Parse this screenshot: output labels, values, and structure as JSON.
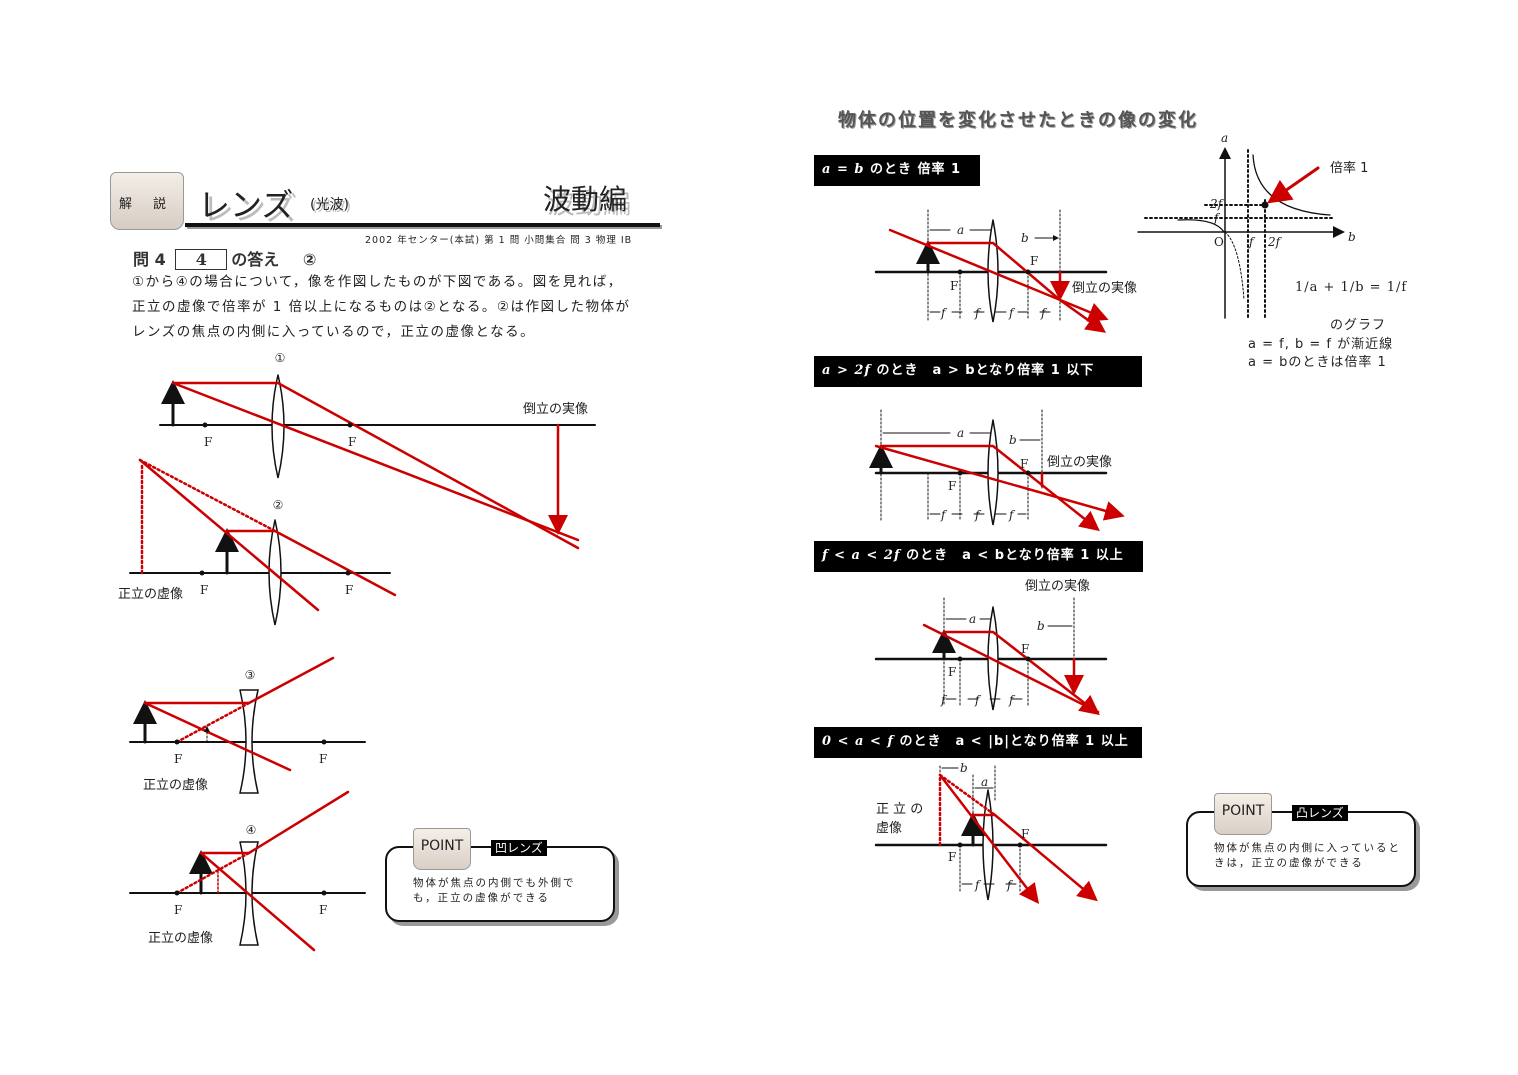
{
  "header": {
    "book_left": "解",
    "book_right": "説",
    "title": "レンズ",
    "subtitle": "(光波)",
    "section": "波動編",
    "source": "2002 年センター(本試) 第 1 問  小問集合  問 3   物理 IB"
  },
  "question": {
    "prefix": "問 4",
    "box": "4",
    "suffix": "の答え",
    "answer": "②"
  },
  "explanation": [
    "①から④の場合について，像を作図したものが下図である。図を見れば，",
    "正立の虚像で倍率が 1 倍以上になるものは②となる。②は作図した物体が",
    "レンズの焦点の内側に入っているので，正立の虚像となる。"
  ],
  "labels": {
    "F": "F",
    "a": "a",
    "b": "b",
    "f": "f",
    "real_inverted": "倒立の実像",
    "virtual_upright": "正立の虚像",
    "virtual_upright_spaced_1": "正 立 の",
    "virtual_upright_spaced_2": "虚像",
    "n1": "①",
    "n2": "②",
    "n3": "③",
    "n4": "④"
  },
  "left_point": {
    "badge": "POINT",
    "tag": "凹レンズ",
    "text": "物体が焦点の内側でも外側でも，正立の虚像ができる"
  },
  "right": {
    "title": "物体の位置を変化させたときの像の変化",
    "cases": [
      {
        "cond": "a = b",
        "rest": " のとき 倍率 1"
      },
      {
        "cond": "a > 2f",
        "rest": " のとき　a > bとなり倍率 1 以下"
      },
      {
        "cond": "f < a < 2f",
        "rest": " のとき　a < bとなり倍率 1 以上"
      },
      {
        "cond": "0 < a < f",
        "rest": " のとき　a < |b|となり倍率 1 以上"
      }
    ],
    "graph": {
      "axis_a": "a",
      "axis_b": "b",
      "origin": "O",
      "tick_f": "f",
      "tick_2f": "2f",
      "callout": "倍率 1",
      "formula": "1/a + 1/b = 1/f",
      "caption1": "のグラフ",
      "caption2": "a = f, b = f が漸近線",
      "caption3": "a = bのときは倍率 1"
    }
  },
  "right_point": {
    "badge": "POINT",
    "tag": "凸レンズ",
    "text": "物体が焦点の内側に入っているときは，正立の虚像ができる"
  },
  "colors": {
    "ray": "#cc0000",
    "ink": "#111111"
  }
}
